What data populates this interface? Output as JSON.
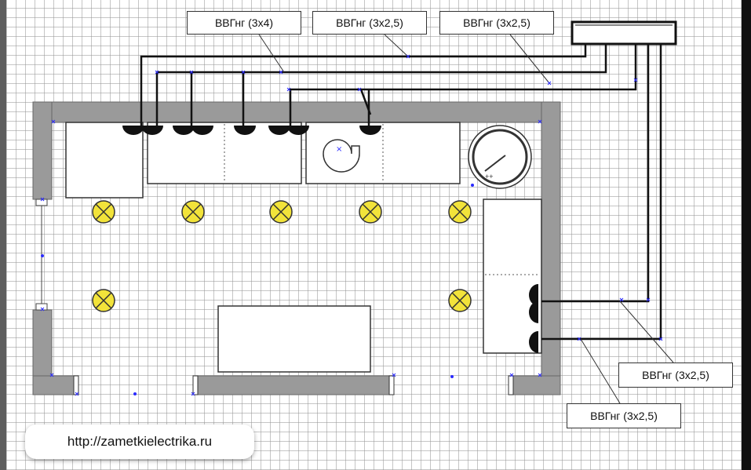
{
  "labels": [
    {
      "text": "ВВГнг (3х4)"
    },
    {
      "text": "ВВГнг (3х2,5)"
    },
    {
      "text": "ВВГнг (3х2,5)"
    },
    {
      "text": "ВВГнг (3х2,5)"
    },
    {
      "text": "ВВГнг (3х2,5)"
    }
  ],
  "website": "http://zametkielectrika.ru",
  "colors": {
    "wall": "#9a9a9a",
    "lamp": "#f2e33a",
    "cable": "#111111",
    "marker": "#2a2aff"
  }
}
